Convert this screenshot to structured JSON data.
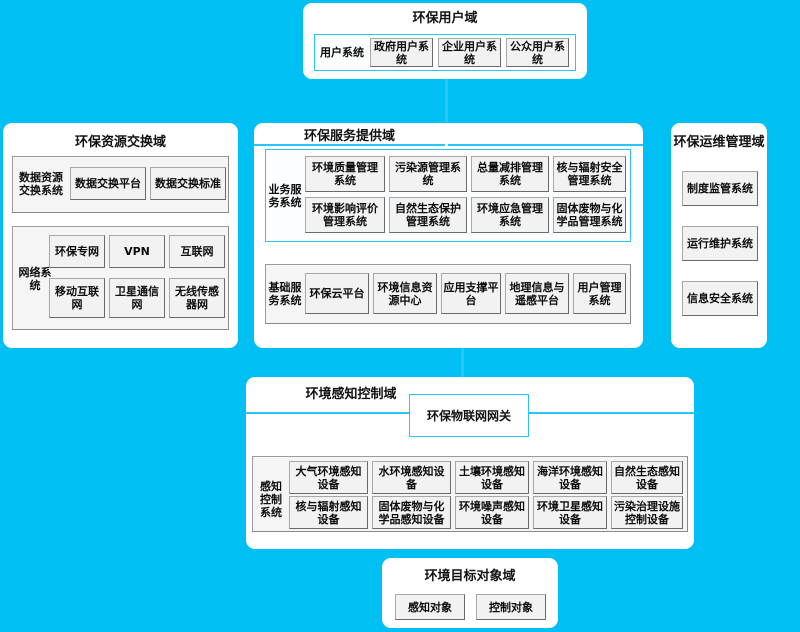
{
  "colors": {
    "background": "#00BFF3",
    "panel": "#ffffff",
    "accent": "#29C5F6",
    "box_border": "#7d7d7d",
    "box_fill": "#f2f2f2"
  },
  "user_domain": {
    "title": "环保用户域",
    "group_label": "用户系统",
    "items": [
      "政府用户系统",
      "企业用户系统",
      "公众用户系统"
    ]
  },
  "resource_domain": {
    "title": "环保资源交换域",
    "exchange": {
      "label": "数据资源交换系统",
      "items": [
        "数据交换平台",
        "数据交换标准"
      ]
    },
    "network": {
      "label": "网络系统",
      "items": [
        "环保专网",
        "VPN",
        "互联网",
        "移动互联网",
        "卫星通信网",
        "无线传感器网"
      ]
    }
  },
  "service_domain": {
    "title": "环保服务提供域",
    "business": {
      "label": "业务服务系统",
      "items": [
        "环境质量管理系统",
        "污染源管理系统",
        "总量减排管理系统",
        "核与辐射安全管理系统",
        "环境影响评价管理系统",
        "自然生态保护管理系统",
        "环境应急管理系统",
        "固体废物与化学品管理系统"
      ]
    },
    "basic": {
      "label": "基础服务系统",
      "items": [
        "环保云平台",
        "环境信息资源中心",
        "应用支撑平台",
        "地理信息与遥感平台",
        "用户管理系统"
      ]
    }
  },
  "ops_domain": {
    "title": "环保运维管理域",
    "items": [
      "制度监管系统",
      "运行维护系统",
      "信息安全系统"
    ]
  },
  "sensing_domain": {
    "title": "环境感知控制域",
    "gateway": "环保物联网网关",
    "control": {
      "label": "感知控制系统",
      "items": [
        "大气环境感知设备",
        "水环境感知设备",
        "土壤环境感知设备",
        "海洋环境感知设备",
        "自然生态感知设备",
        "核与辐射感知设备",
        "固体废物与化学品感知设备",
        "环境噪声感知设备",
        "环境卫星感知设备",
        "污染治理设施控制设备"
      ]
    }
  },
  "target_domain": {
    "title": "环境目标对象域",
    "items": [
      "感知对象",
      "控制对象"
    ]
  }
}
